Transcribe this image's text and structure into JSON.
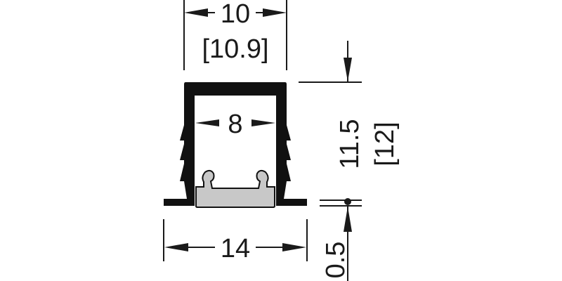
{
  "dimensions": {
    "outer_width": "10",
    "outer_width_alt": "[10.9]",
    "inner_width": "8",
    "height": "11.5",
    "height_alt": "[12]",
    "flange_width": "14",
    "flange_thickness": "0.5"
  },
  "colors": {
    "profile": "#111111",
    "diffuser": "#c8c8c8",
    "line": "#1a1a1a"
  }
}
